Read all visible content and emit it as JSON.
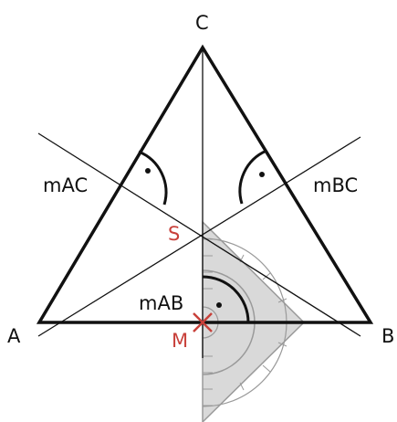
{
  "diagram": {
    "vertices": {
      "A": "A",
      "B": "B",
      "C": "C"
    },
    "lines": {
      "mAC": "mAC",
      "mBC": "mBC",
      "mAB": "mAB"
    },
    "points": {
      "S": "S",
      "M": "M"
    }
  },
  "colors": {
    "stroke": "#111111",
    "highlight": "#c8403a",
    "setsquare_fill": "#d9d9d9",
    "setsquare_stroke": "#9a9a9a"
  }
}
